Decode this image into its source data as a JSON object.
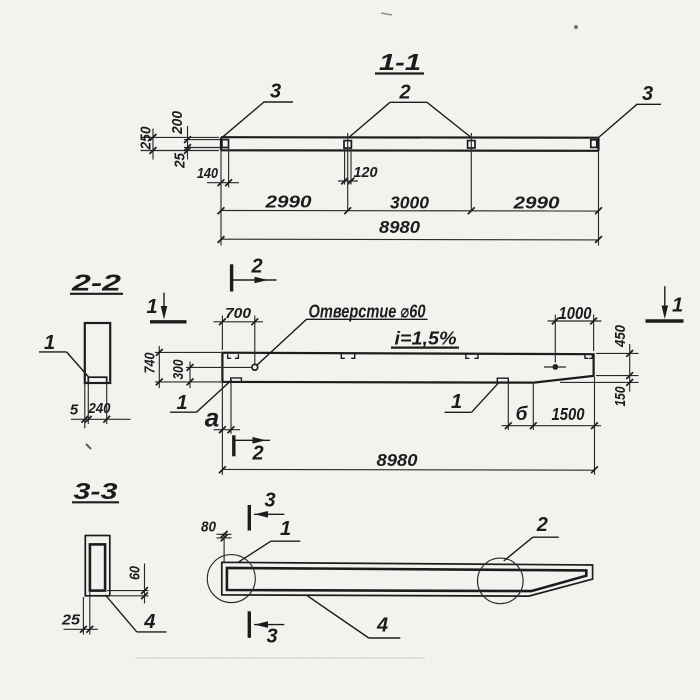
{
  "paper": "#f5f4f1",
  "ink": "#1f1f1f",
  "ink_light": "#2b2b2b",
  "view_1_1": {
    "title": "1-1",
    "label_3_left": "3",
    "label_2": "2",
    "label_3_right": "3",
    "dim_250": "250",
    "dim_200": "200",
    "dim_25": "25",
    "dim_140": "140",
    "dim_120": "120",
    "span_left": "2990",
    "span_mid": "3000",
    "span_right": "2990",
    "total": "8980"
  },
  "section_2_2": {
    "title": "2-2",
    "label_1": "1",
    "dim_5": "5",
    "dim_240": "240"
  },
  "elevation": {
    "cut_2_top": "2",
    "cut_2_bottom": "2",
    "cut_1_left": "1",
    "cut_1_right": "1",
    "dim_700": "700",
    "hole_note": "Отверстие ⌀60",
    "slope_note": "i=1,5%",
    "dim_1000": "1000",
    "dim_450": "450",
    "dim_150": "150",
    "dim_740": "740",
    "dim_300": "300",
    "label_1_left": "1",
    "label_1_right": "1",
    "dim_a": "а",
    "dim_b": "б",
    "dim_1500": "1500",
    "total": "8980"
  },
  "section_3_3": {
    "title": "3-3",
    "label_4": "4",
    "dim_60": "60",
    "dim_25": "25"
  },
  "plan_view": {
    "cut_3_top": "3",
    "cut_3_bottom": "3",
    "dim_80": "80",
    "label_1": "1",
    "label_2": "2",
    "label_4": "4"
  }
}
